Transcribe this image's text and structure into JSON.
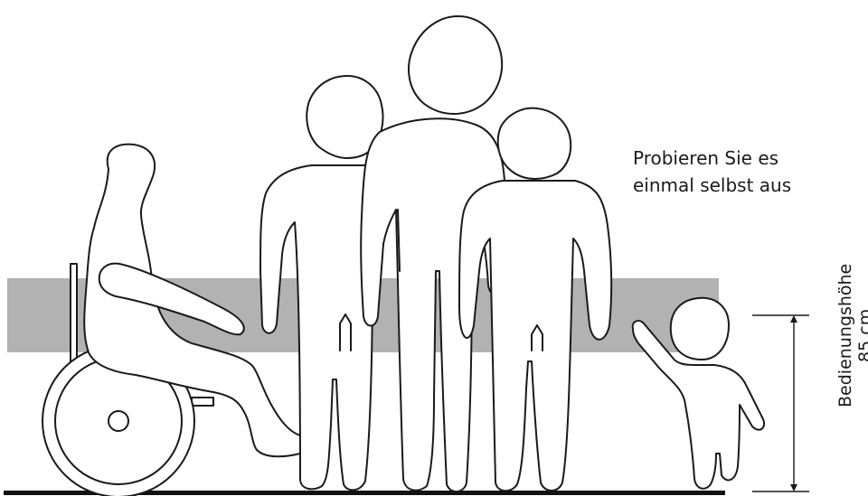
{
  "caption": {
    "line1": "Probieren Sie es",
    "line2": "einmal selbst aus"
  },
  "dimension": {
    "label": "Bedienungshöhe",
    "value": "85 cm"
  },
  "colors": {
    "band": "#b2b2b2",
    "outline": "#1a1a1a",
    "floor": "#111111",
    "background": "#ffffff"
  },
  "figures": [
    "wheelchair-user",
    "adult",
    "tall-adult",
    "adult",
    "child"
  ]
}
